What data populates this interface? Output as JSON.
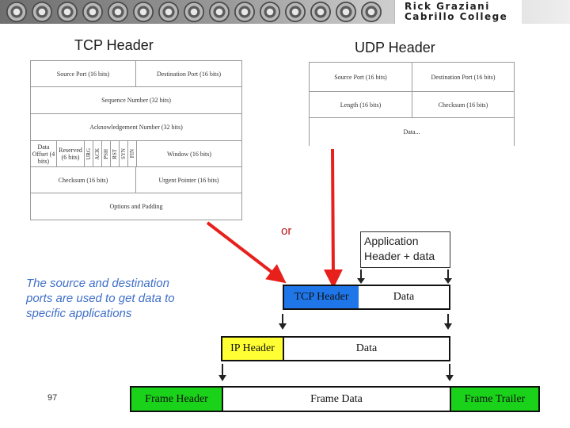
{
  "banner": {
    "author_line1": "Rick Graziani",
    "author_line2": "Cabrillo College"
  },
  "tcp": {
    "title": "TCP Header",
    "source_port": "Source Port (16 bits)",
    "dest_port": "Destination Port (16 bits)",
    "sequence": "Sequence Number (32 bits)",
    "ack": "Acknowledgement Number (32 bits)",
    "data_offset": "Data Offset (4 bits)",
    "reserved": "Reserved (6 bits)",
    "flags": [
      "URG",
      "ACK",
      "PSH",
      "RST",
      "SYN",
      "FIN"
    ],
    "window": "Window (16 bits)",
    "checksum": "Checksum (16 bits)",
    "urgent": "Urgent Pointer (16 bits)",
    "options": "Options and Padding"
  },
  "udp": {
    "title": "UDP Header",
    "source_port": "Source Port (16 bits)",
    "dest_port": "Destination Port (16 bits)",
    "length": "Length (16 bits)",
    "checksum": "Checksum (16 bits)",
    "data": "Data..."
  },
  "or_label": "or",
  "app_header": "Application Header + data",
  "note": "The source and destination ports are used to get data to specific applications",
  "segment": {
    "header": "TCP Header",
    "data": "Data"
  },
  "packet": {
    "header": "IP Header",
    "data": "Data"
  },
  "frame": {
    "header": "Frame Header",
    "data": "Frame Data",
    "trailer": "Frame Trailer"
  },
  "slide_number": "97",
  "colors": {
    "tcp_header": "#1f76e8",
    "ip_header": "#ffff33",
    "frame": "#19d219",
    "arrow": "#e8201c",
    "note": "#3f6fc8"
  }
}
